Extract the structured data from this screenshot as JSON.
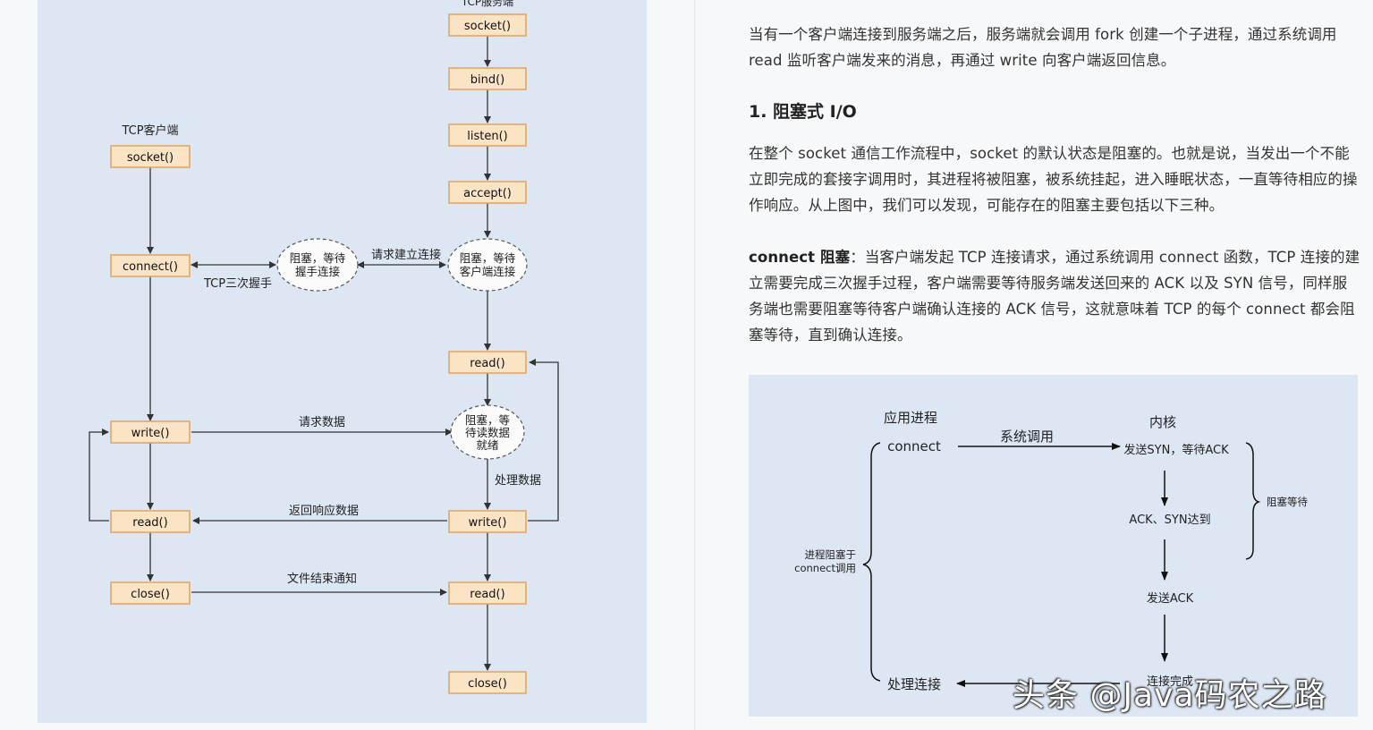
{
  "diagram1": {
    "server_title": "TCP服务端",
    "client_title": "TCP客户端",
    "server_socket": "socket()",
    "server_bind": "bind()",
    "server_listen": "listen()",
    "server_accept": "accept()",
    "server_block_l1": "阻塞，等待",
    "server_block_l2": "客户端连接",
    "server_read1": "read()",
    "server_block2_l1": "阻塞，等",
    "server_block2_l2": "待读数据",
    "server_block2_l3": "就绪",
    "server_process": "处理数据",
    "server_write": "write()",
    "server_read2": "read()",
    "server_close": "close()",
    "client_socket": "socket()",
    "client_connect": "connect()",
    "client_block_l1": "阻塞，等待",
    "client_block_l2": "握手连接",
    "handshake": "TCP三次握手",
    "request_connect": "请求建立连接",
    "client_write": "write()",
    "client_read": "read()",
    "client_close": "close()",
    "request_data": "请求数据",
    "return_data": "返回响应数据",
    "eof_notice": "文件结束通知"
  },
  "article": {
    "intro": "当有一个客户端连接到服务端之后，服务端就会调用 fork 创建一个子进程，通过系统调用 read 监听客户端发来的消息，再通过 write 向客户端返回信息。",
    "heading": "1. 阻塞式 I/O",
    "p1": "在整个 socket 通信工作流程中，socket 的默认状态是阻塞的。也就是说，当发出一个不能立即完成的套接字调用时，其进程将被阻塞，被系统挂起，进入睡眠状态，一直等待相应的操作响应。从上图中，我们可以发现，可能存在的阻塞主要包括以下三种。",
    "p2_bold": "connect 阻塞",
    "p2_rest": "：当客户端发起 TCP 连接请求，通过系统调用 connect 函数，TCP 连接的建立需要完成三次握手过程，客户端需要等待服务端发送回来的 ACK 以及 SYN 信号，同样服务端也需要阻塞等待客户端确认连接的 ACK 信号，这就意味着 TCP 的每个 connect 都会阻塞等待，直到确认连接。"
  },
  "diagram2": {
    "app_process": "应用进程",
    "kernel": "内核",
    "connect": "connect",
    "syscall": "系统调用",
    "send_syn": "发送SYN，等待ACK",
    "ack_syn": "ACK、SYN达到",
    "send_ack": "发送ACK",
    "conn_done": "连接完成",
    "handle": "处理连接",
    "blocked_wait": "阻塞等待",
    "proc_block_l1": "进程阻塞于",
    "proc_block_l2": "connect调用"
  },
  "watermark": "头条 @Java码农之路"
}
